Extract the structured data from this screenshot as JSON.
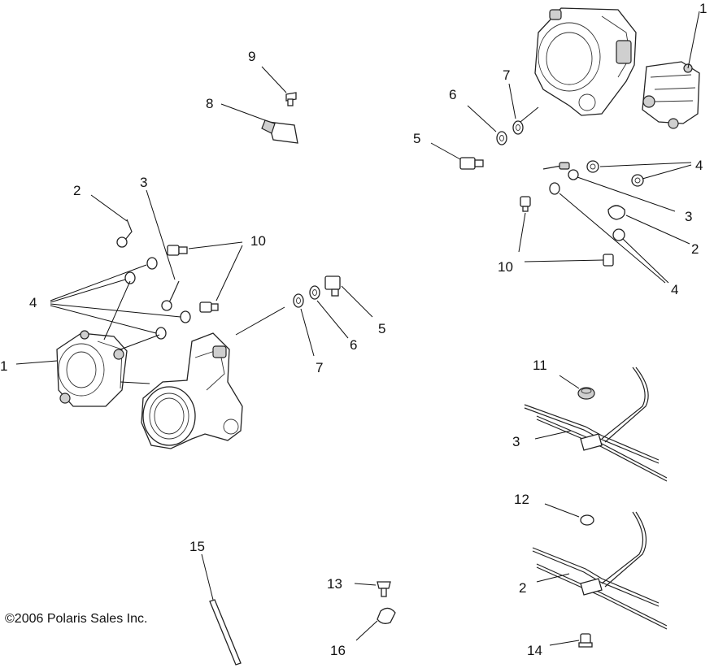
{
  "copyright": "©2006 Polaris Sales Inc.",
  "callouts": {
    "c1_left": "1",
    "c1_right": "1",
    "c2_left": "2",
    "c2_right": "2",
    "c2_bottom": "2",
    "c3_left": "3",
    "c3_right": "3",
    "c3_bottom": "3",
    "c4_left": "4",
    "c4_right_top": "4",
    "c4_right_bottom": "4",
    "c5_left": "5",
    "c5_right": "5",
    "c6_left": "6",
    "c6_right": "6",
    "c7_left": "7",
    "c7_right": "7",
    "c8": "8",
    "c9": "9",
    "c10_left": "10",
    "c10_right": "10",
    "c11": "11",
    "c12": "12",
    "c13": "13",
    "c14": "14",
    "c15": "15",
    "c16": "16"
  }
}
